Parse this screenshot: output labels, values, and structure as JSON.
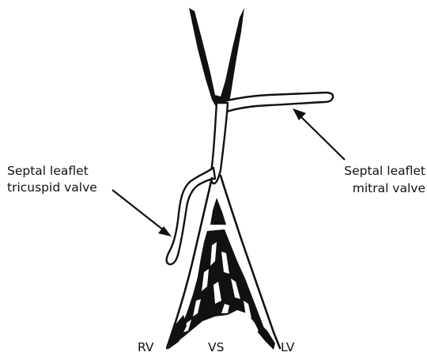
{
  "labels": {
    "tricuspid_line1": "Septal leaflet",
    "tricuspid_line2": "tricuspid valve",
    "mitral_line1": "Septal leaflet",
    "mitral_line2": "mitral valve",
    "rv": "RV",
    "vs": "VS",
    "lv": "LV"
  },
  "colors": {
    "ink": "#111111",
    "background": "#ffffff"
  }
}
